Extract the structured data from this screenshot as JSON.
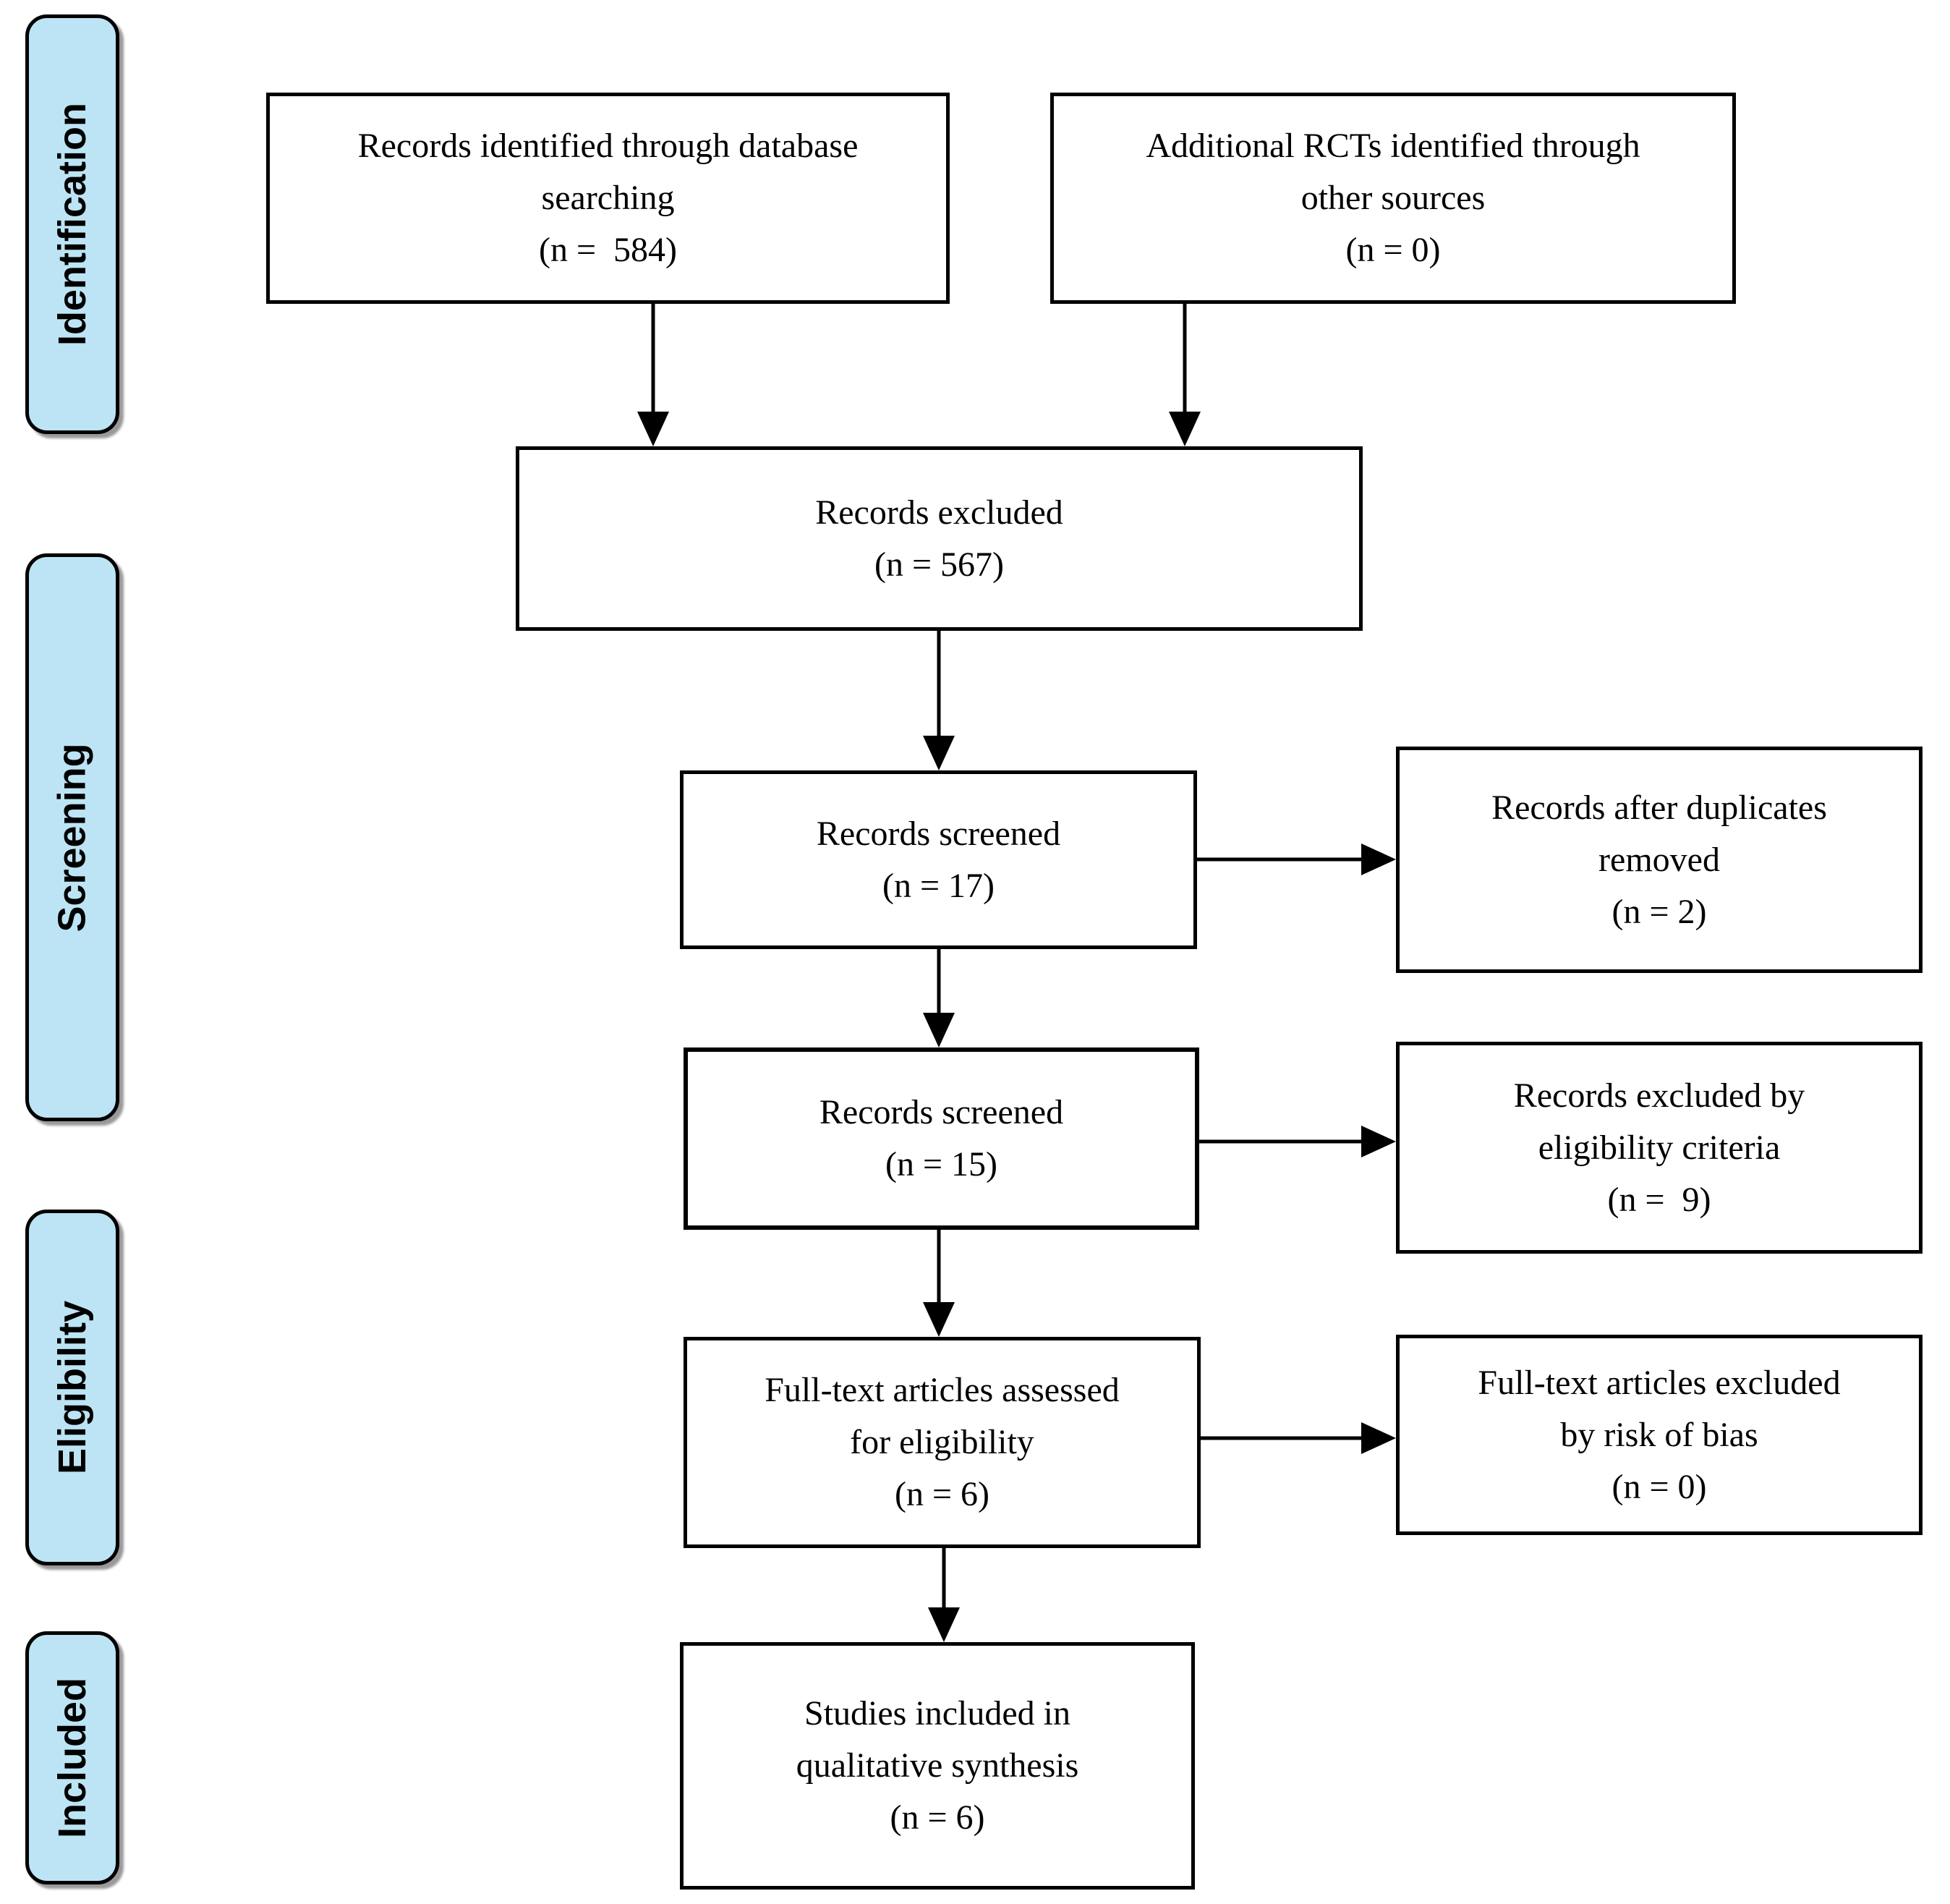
{
  "sidebar": {
    "labels": [
      {
        "id": "identification",
        "text": "Identification"
      },
      {
        "id": "screening",
        "text": "Screening"
      },
      {
        "id": "eligibility",
        "text": "Eligibility"
      },
      {
        "id": "included",
        "text": "Included"
      }
    ]
  },
  "boxes": {
    "db_search": "Records identified through database\nsearching\n(n =  584)",
    "other_sources": "Additional RCTs identified through\nother sources\n(n = 0)",
    "records_excluded": "Records excluded\n(n = 567)",
    "screened_17": "Records screened\n(n = 17)",
    "duplicates_removed": "Records after duplicates\nremoved\n(n = 2)",
    "screened_15": "Records screened\n(n = 15)",
    "excluded_eligibility": "Records excluded by\neligibility criteria\n(n =  9)",
    "fulltext_assessed": "Full-text articles assessed\nfor eligibility\n(n = 6)",
    "fulltext_excluded": "Full-text articles excluded\nby risk of bias\n(n = 0)",
    "qualitative_synthesis": "Studies included in\nqualitative synthesis\n(n = 6)"
  },
  "colors": {
    "stage_fill": "#BCE4F4",
    "line": "#000000"
  }
}
